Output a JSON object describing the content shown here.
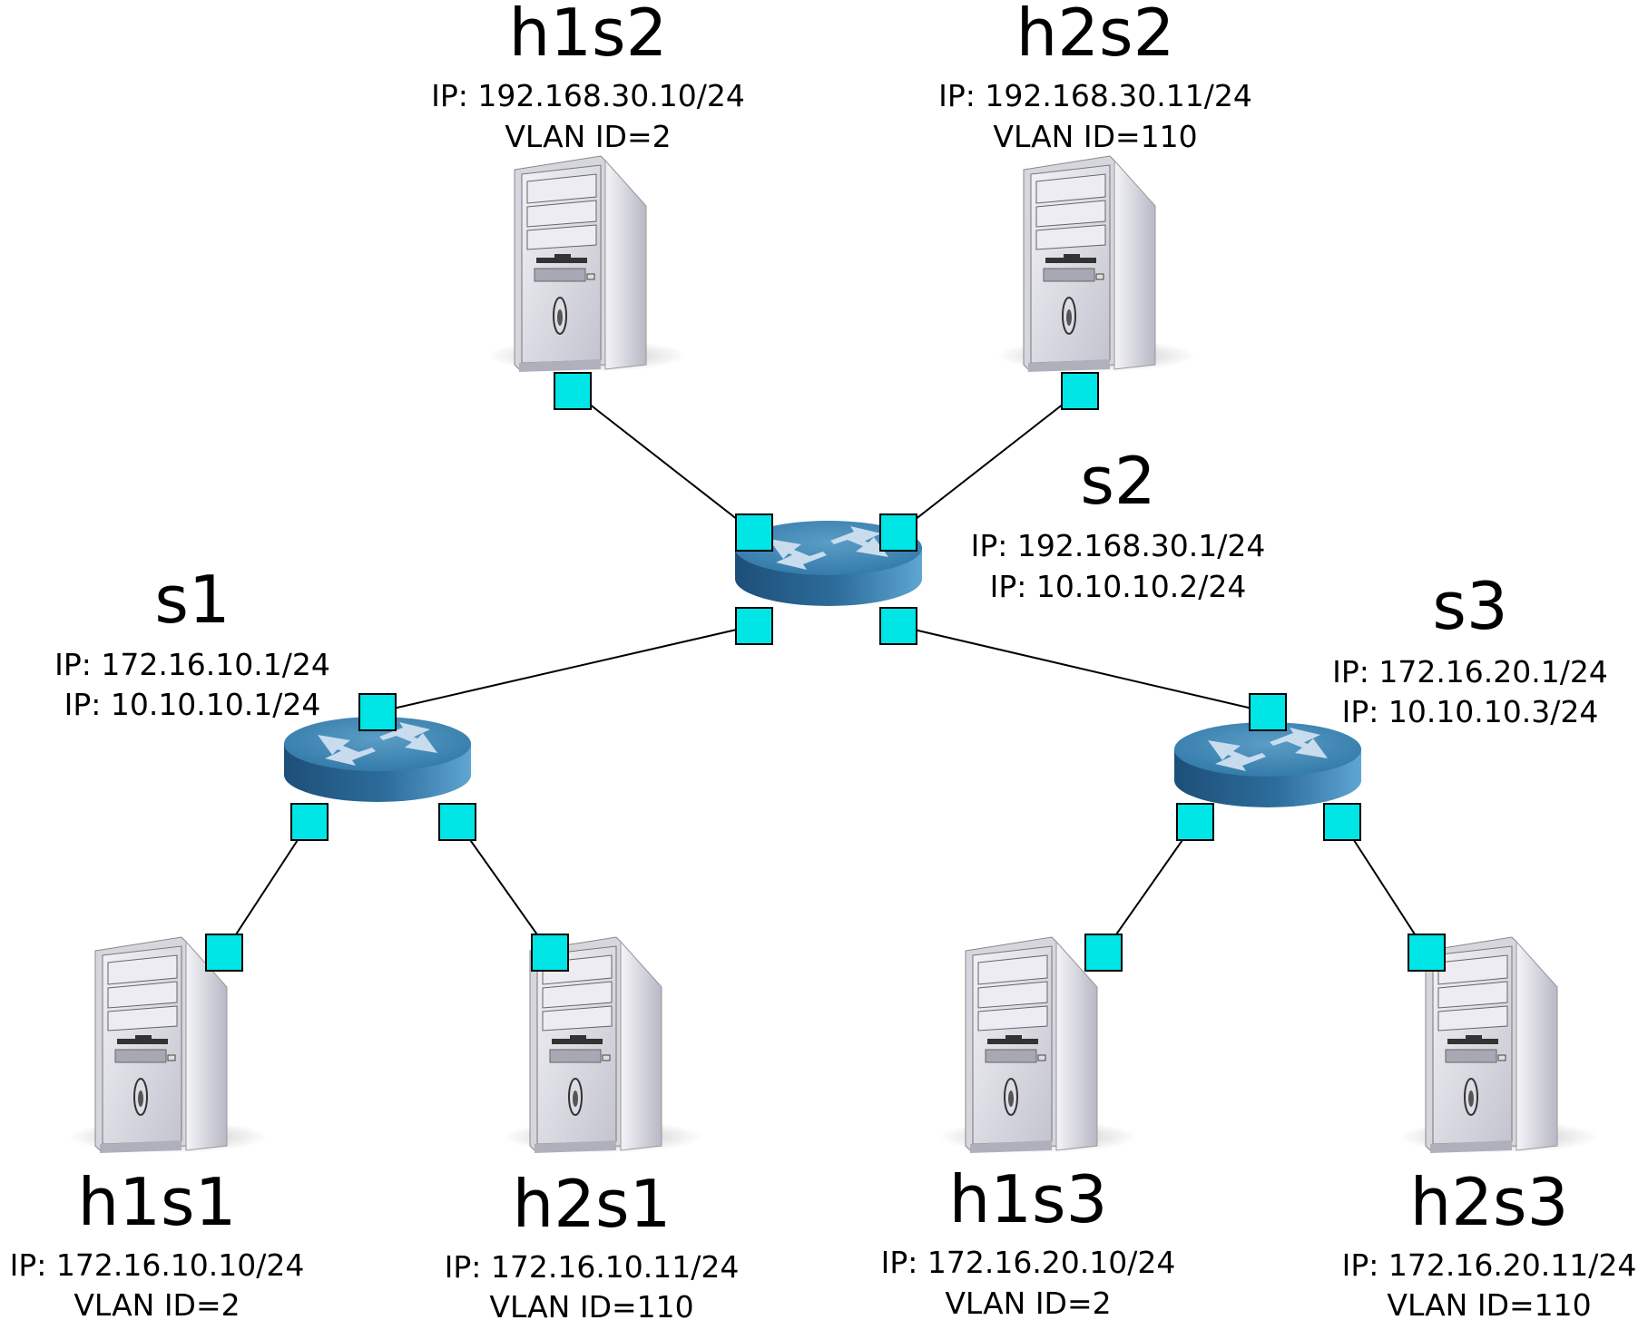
{
  "colors": {
    "port": "#00e5e5",
    "router_top": "#3d87b3",
    "router_side_dark": "#1d4f78",
    "router_side_light": "#5fa6d2",
    "server_body": "#e8e8ef",
    "server_front": "#cdcdd6"
  },
  "icons": {
    "router": "router-icon",
    "server": "server-icon",
    "port": "port-icon"
  },
  "switches": {
    "s1": {
      "name": "s1",
      "ip1": "IP: 172.16.10.1/24",
      "ip2": "IP: 10.10.10.1/24"
    },
    "s2": {
      "name": "s2",
      "ip1": "IP: 192.168.30.1/24",
      "ip2": "IP: 10.10.10.2/24"
    },
    "s3": {
      "name": "s3",
      "ip1": "IP: 172.16.20.1/24",
      "ip2": "IP: 10.10.10.3/24"
    }
  },
  "hosts": {
    "h1s2": {
      "name": "h1s2",
      "ip": "IP: 192.168.30.10/24",
      "vlan": "VLAN ID=2"
    },
    "h2s2": {
      "name": "h2s2",
      "ip": "IP: 192.168.30.11/24",
      "vlan": "VLAN ID=110"
    },
    "h1s1": {
      "name": "h1s1",
      "ip": "IP: 172.16.10.10/24",
      "vlan": "VLAN ID=2"
    },
    "h2s1": {
      "name": "h2s1",
      "ip": "IP: 172.16.10.11/24",
      "vlan": "VLAN ID=110"
    },
    "h1s3": {
      "name": "h1s3",
      "ip": "IP: 172.16.20.10/24",
      "vlan": "VLAN ID=2"
    },
    "h2s3": {
      "name": "h2s3",
      "ip": "IP: 172.16.20.11/24",
      "vlan": "VLAN ID=110"
    }
  }
}
